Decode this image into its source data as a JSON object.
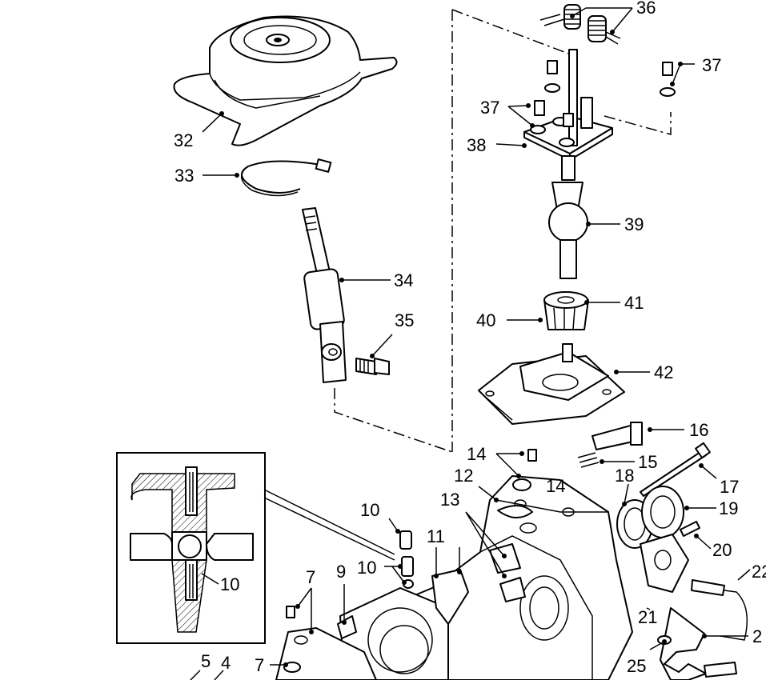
{
  "callouts": {
    "c32": "32",
    "c33": "33",
    "c34": "34",
    "c35": "35",
    "c36": "36",
    "c37a": "37",
    "c37b": "37",
    "c38": "38",
    "c39": "39",
    "c40": "40",
    "c41": "41",
    "c42": "42",
    "c16": "16",
    "c15": "15",
    "c14a": "14",
    "c14b": "14",
    "c12": "12",
    "c13": "13",
    "c18": "18",
    "c17": "17",
    "c19": "19",
    "c20": "20",
    "c22": "22",
    "c23": "2",
    "c21": "21",
    "c25": "25",
    "c11": "11",
    "c10a": "10",
    "c10b": "10",
    "c10c": "10",
    "c9": "9",
    "c7a": "7",
    "c7b": "7",
    "c5": "5",
    "c4": "4"
  }
}
